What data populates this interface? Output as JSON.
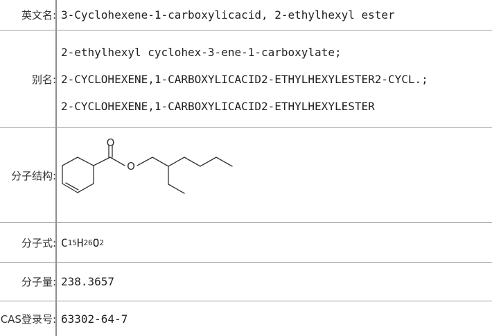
{
  "english_name": {
    "label": "英文名:",
    "value": "3-Cyclohexene-1-carboxylicacid, 2-ethylhexyl ester"
  },
  "aliases": {
    "label": "别名:",
    "values": [
      "2-ethylhexyl cyclohex-3-ene-1-carboxylate;",
      "2-CYCLOHEXENE,1-CARBOXYLICACID2-ETHYLHEXYLESTER2-CYCL.;",
      "2-CYCLOHEXENE,1-CARBOXYLICACID2-ETHYLHEXYLESTER"
    ]
  },
  "structure": {
    "label": "分子结构:",
    "atom_labels": [
      "O",
      "O"
    ]
  },
  "formula": {
    "label": "分子式:",
    "parts": [
      {
        "symbol": "C",
        "count": "15"
      },
      {
        "symbol": "H",
        "count": "26"
      },
      {
        "symbol": "O",
        "count": "2"
      }
    ]
  },
  "molecular_weight": {
    "label": "分子量:",
    "value": "238.3657"
  },
  "cas_number": {
    "label": "CAS登录号:",
    "value": "63302-64-7"
  }
}
